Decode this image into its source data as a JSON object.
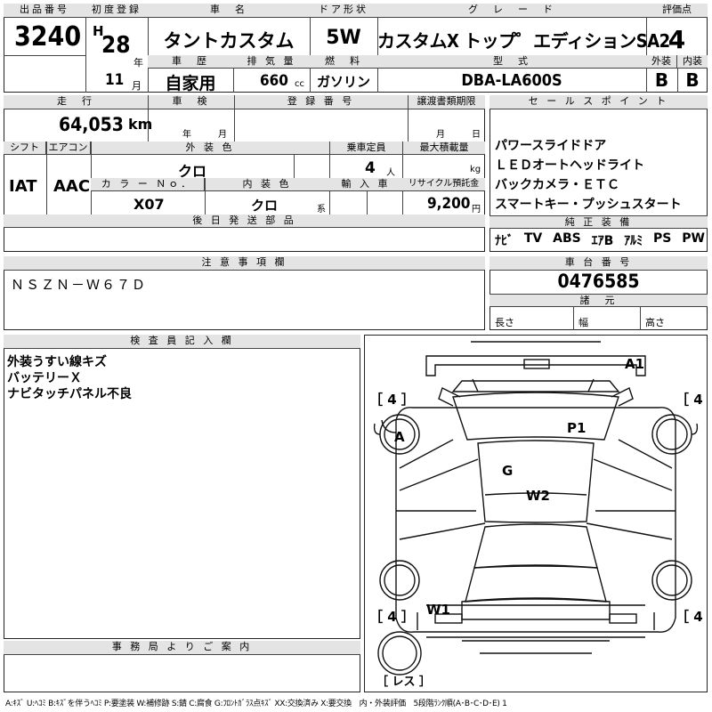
{
  "lot": {
    "label": "出品番号",
    "value": "3240"
  },
  "registration": {
    "label": "初度登録",
    "era": "H",
    "year": "28",
    "year_unit": "年",
    "month": "11",
    "month_unit": "月"
  },
  "car_name": {
    "label": "車　名",
    "value": "タントカスタム"
  },
  "door": {
    "label": "ドア形状",
    "value": "5W"
  },
  "grade": {
    "label": "グ　レ　ー　ド",
    "value": "カスタムX トップ゜エディションSA2"
  },
  "score": {
    "label": "評価点",
    "value": "4",
    "exterior_label": "外装",
    "interior_label": "内装",
    "exterior": "B",
    "interior": "B"
  },
  "history": {
    "label": "車　歴",
    "value": "自家用"
  },
  "displacement": {
    "label": "排 気 量",
    "value": "660",
    "unit": "cc"
  },
  "fuel": {
    "label": "燃　料",
    "value": "ガソリン"
  },
  "model": {
    "label": "型　式",
    "value": "DBA-LA600S"
  },
  "mileage": {
    "label": "走　行",
    "value": "64,053",
    "unit": "km"
  },
  "inspection": {
    "label": "車　検",
    "year_unit": "年",
    "month_unit": "月"
  },
  "plate": {
    "label": "登 録 番 号"
  },
  "transfer": {
    "label": "譲渡書類期限",
    "month_unit": "月",
    "day_unit": "日"
  },
  "shift": {
    "label": "シフト",
    "value": "IAT"
  },
  "aircon": {
    "label": "エアコン",
    "value": "AAC"
  },
  "ext_color": {
    "label": "外 装 色",
    "value": "クロ"
  },
  "capacity": {
    "label": "乗車定員",
    "value": "4",
    "unit": "人"
  },
  "max_load": {
    "label": "最大積載量",
    "unit": "kg"
  },
  "color_no": {
    "label": "カ ラ ー Ｎｏ．",
    "value": "X07"
  },
  "int_color": {
    "label": "内 装 色",
    "value": "クロ",
    "unit": "系"
  },
  "import": {
    "label": "輸 入 車"
  },
  "recycle": {
    "label": "リサイクル預託金",
    "value": "9,200",
    "unit": "円"
  },
  "later_parts": {
    "label": "後 日 発 送 部 品"
  },
  "sales_points": {
    "label": "セ ー ル ス ポ イ ン ト",
    "items": [
      "パワースライドドア",
      "ＬＥＤオートヘッドライト",
      "バックカメラ・ＥＴＣ",
      "スマートキー・プッシュスタート"
    ]
  },
  "equipment": {
    "label": "純 正 装 備",
    "items": [
      "ﾅﾋﾞ",
      "TV",
      "ABS",
      "ｴｱB",
      "ｱﾙﾐ",
      "PS",
      "PW"
    ]
  },
  "notes": {
    "label": "注 意 事 項 欄",
    "value": "ＮＳＺＮ－Ｗ６７Ｄ"
  },
  "chassis": {
    "label": "車 台 番 号",
    "value": "0476585"
  },
  "specs": {
    "label": "諸　元",
    "length": "長さ",
    "width": "幅",
    "height": "高さ"
  },
  "inspector": {
    "label": "検 査 員 記 入 欄",
    "lines": [
      "外装うすい線キズ",
      "バッテリーＸ",
      "ナビタッチパネル不良"
    ]
  },
  "office": {
    "label": "事 務 局 よ り ご 案 内"
  },
  "diagram": {
    "tires": [
      "［ 4 ］",
      "［ 4 ］",
      "［ 4 ］",
      "［ 4 ］"
    ],
    "marks": [
      "A1",
      "A",
      "P1",
      "G",
      "W2",
      "W1"
    ],
    "spare": "［ レス ］"
  },
  "legend": "A:ｷｽﾞ U:ﾍｺﾐ B:ｷｽﾞを伴うﾍｺﾐ P:要塗装 W:補修跡 S:錆 C:腐食 G:ﾌﾛﾝﾄｶﾞﾗｽ点ｷｽﾞ XX:交換済み X:要交換　内・外装評価　5段階ﾗﾝｸ順(A･B･C･D･E) 1"
}
